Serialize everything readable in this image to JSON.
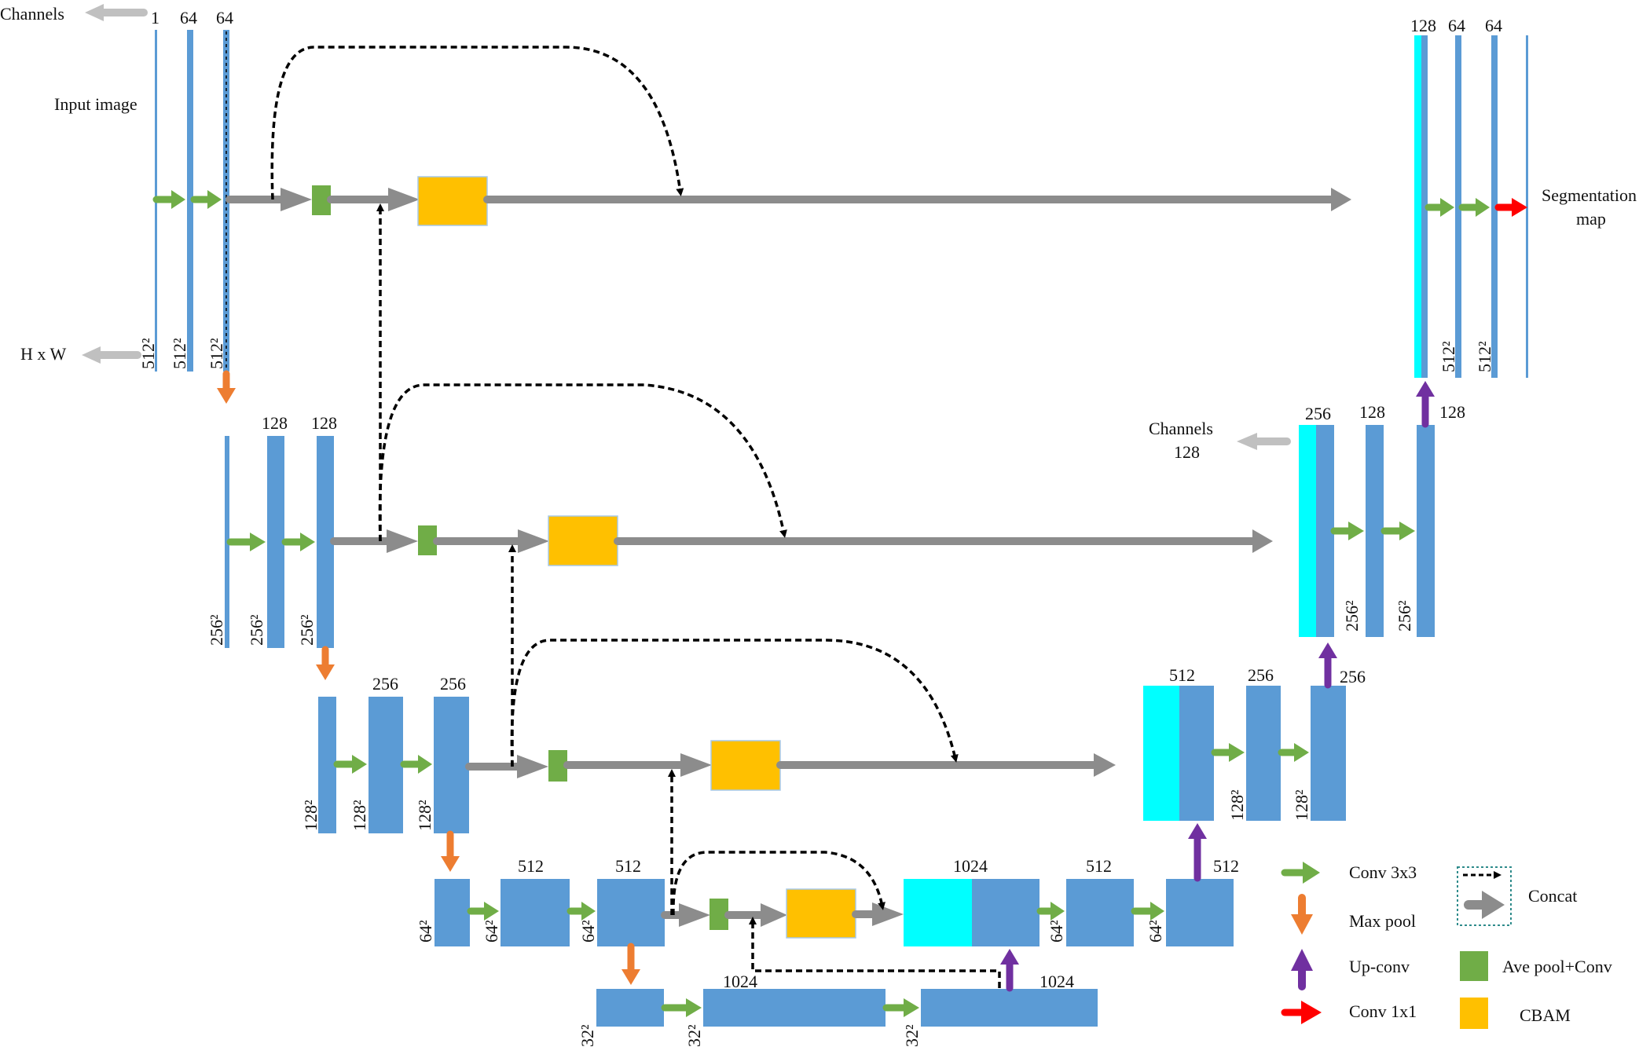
{
  "axes": {
    "channels_label": "Channels",
    "hw_label": "H x W",
    "input_label": "Input image",
    "output_label_line1": "Segmentation",
    "output_label_line2": "map",
    "dec_channels_label": "Channels",
    "dec_channels_value": "128"
  },
  "level1": {
    "ch_input": "1",
    "ch_a": "64",
    "ch_b": "64",
    "size_a": "512²",
    "size_b": "512²",
    "size_c": "512²",
    "dec_ch_a": "128",
    "dec_ch_b": "64",
    "dec_ch_c": "64",
    "dec_size_a": "512²",
    "dec_size_b": "512²"
  },
  "level2": {
    "ch_a": "128",
    "ch_b": "128",
    "size_a": "256²",
    "size_b": "256²",
    "size_c": "256²",
    "dec_ch_a": "256",
    "dec_ch_b": "128",
    "dec_up": "128",
    "dec_size_a": "256²",
    "dec_size_b": "256²"
  },
  "level3": {
    "ch_a": "256",
    "ch_b": "256",
    "size_a": "128²",
    "size_b": "128²",
    "size_c": "128²",
    "dec_ch_a": "512",
    "dec_ch_b": "256",
    "dec_up": "256",
    "dec_size_a": "128²",
    "dec_size_b": "128²"
  },
  "level4": {
    "ch_a": "512",
    "ch_b": "512",
    "size_a": "64²",
    "size_b": "64²",
    "size_c": "64²",
    "dec_ch_a": "1024",
    "dec_ch_b": "512",
    "dec_up": "512",
    "dec_size_a": "64²",
    "dec_size_b": "64²"
  },
  "level5": {
    "ch_a": "1024",
    "ch_b": "1024",
    "size_a": "32²",
    "size_b": "32²",
    "size_c": "32²"
  },
  "legend": {
    "conv3": "Conv 3x3",
    "maxpool": "Max pool",
    "upconv": "Up-conv",
    "conv1": "Conv 1x1",
    "concat": "Concat",
    "avepool": "Ave pool+Conv",
    "cbam": "CBAM"
  },
  "colors": {
    "block": "#5b9bd5",
    "cyan": "#00ffff",
    "gray_arrow": "#8c8c8c",
    "green_arrow": "#70ad47",
    "orange_arrow": "#ed7d31",
    "purple_arrow": "#7030a0",
    "red_arrow": "#ff0000",
    "ave_pool": "#70ad47",
    "cbam": "#ffc000"
  }
}
